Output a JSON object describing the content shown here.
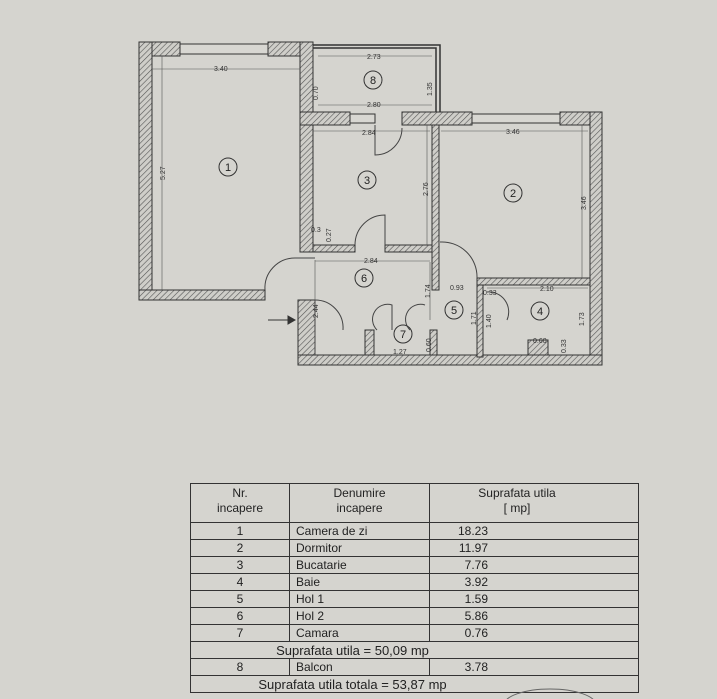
{
  "plan": {
    "rooms": [
      {
        "nr": "1"
      },
      {
        "nr": "2"
      },
      {
        "nr": "3"
      },
      {
        "nr": "4"
      },
      {
        "nr": "5"
      },
      {
        "nr": "6"
      },
      {
        "nr": "7"
      },
      {
        "nr": "8"
      }
    ],
    "dimensions": {
      "r1_width": "3.40",
      "r1_height": "5.27",
      "r8_width_top": "2.73",
      "r8_width_bottom": "2.80",
      "r8_height": "1.35",
      "r8_left": "0.70",
      "r3_width": "2.84",
      "r3_height": "2.76",
      "r3_niche_w": "0.3",
      "r3_niche_h": "0.27",
      "r2_width": "3.46",
      "r2_height": "3.46",
      "r6_width": "2.84",
      "r6_height": "2.44",
      "r6_right": "1.74",
      "r5_width": "0.93",
      "r5_height": "1.71",
      "r5_small": "0.33",
      "r5_door": "1.40",
      "r4_width": "2.10",
      "r4_height": "1.73",
      "r4_niche_w": "0.60",
      "r4_niche_h": "0.33",
      "r7_width": "1.27",
      "r7_height": "0.60"
    }
  },
  "table": {
    "headers": {
      "nr": [
        "Nr.",
        "incapere"
      ],
      "name": [
        "Denumire",
        "incapere"
      ],
      "area": [
        "Suprafata utila",
        "[ mp]"
      ]
    },
    "rows": [
      {
        "nr": "1",
        "name": "Camera de zi",
        "area": "18.23"
      },
      {
        "nr": "2",
        "name": "Dormitor",
        "area": "11.97"
      },
      {
        "nr": "3",
        "name": "Bucatarie",
        "area": "7.76"
      },
      {
        "nr": "4",
        "name": "Baie",
        "area": "3.92"
      },
      {
        "nr": "5",
        "name": "Hol 1",
        "area": "1.59"
      },
      {
        "nr": "6",
        "name": "Hol 2",
        "area": "5.86"
      },
      {
        "nr": "7",
        "name": "Camara",
        "area": "0.76"
      }
    ],
    "subtotal": "Suprafata utila = 50,09 mp",
    "balcony": {
      "nr": "8",
      "name": "Balcon",
      "area": "3.78"
    },
    "total": "Suprafata utila totala = 53,87 mp"
  }
}
